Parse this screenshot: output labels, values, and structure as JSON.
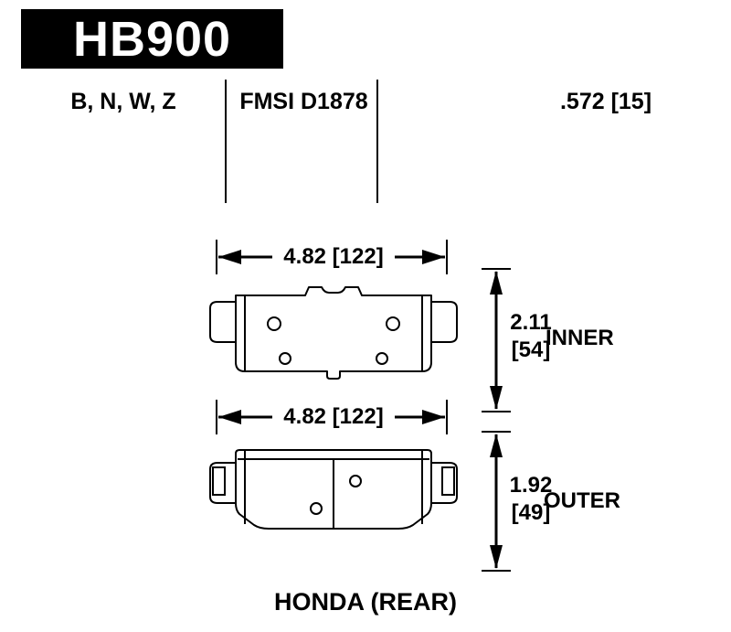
{
  "page": {
    "part_number": "HB900",
    "header": {
      "compounds": "B, N, W, Z",
      "fmsi": "FMSI D1878",
      "pad_thickness": ".572 [15]"
    },
    "inner": {
      "width": "4.82 [122]",
      "height_in": "2.11",
      "height_mm": "[54]",
      "label": "INNER"
    },
    "outer": {
      "width": "4.82 [122]",
      "height_in": "1.92",
      "height_mm": "[49]",
      "label": "OUTER"
    },
    "application": "HONDA (REAR)"
  }
}
